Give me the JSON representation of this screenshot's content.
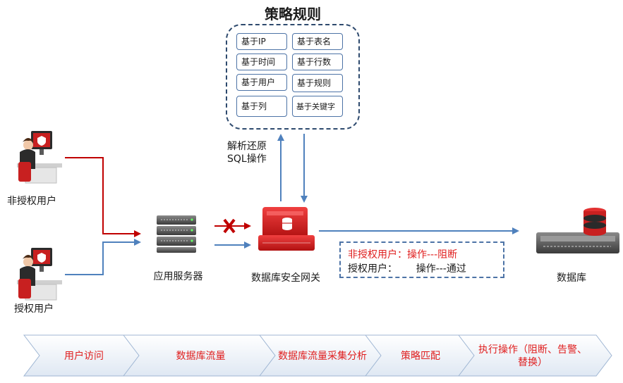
{
  "policy": {
    "title": "策略规则",
    "rules": [
      "基于IP",
      "基于表名",
      "基于时间",
      "基于行数",
      "基于用户",
      "基于规则",
      "基于列",
      "基于关键字"
    ]
  },
  "labels": {
    "parse_sql": "解析还原\nSQL操作",
    "unauthorized_user": "非授权用户",
    "authorized_user": "授权用户",
    "app_server": "应用服务器",
    "gateway": "数据库安全网关",
    "database": "数据库"
  },
  "result": {
    "unauthorized": "非授权用户：操作---阻断",
    "authorized": "授权用户：      操作---通过"
  },
  "stages": [
    "用户访问",
    "数据库流量",
    "数据库流量采集分析",
    "策略匹配",
    "执行操作（阻断、告警、替换）"
  ],
  "colors": {
    "blue": "#4f81bd",
    "red": "#c00000",
    "stage_text": "#e02020",
    "dashed_border": "#2e4a6e"
  }
}
